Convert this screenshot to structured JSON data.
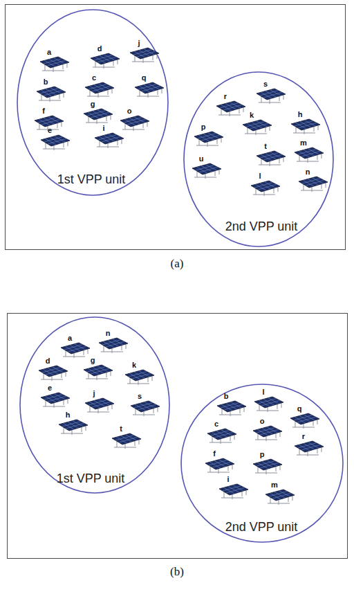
{
  "diagram": {
    "nodes": [
      {
        "text": [
          "(a)"
        ]
      },
      {
        "text": [
          "1st VPP unit"
        ],
        "in": 0
      },
      {
        "text": [
          "a"
        ],
        "in": 1
      },
      {
        "text": [
          "d"
        ],
        "in": 1
      },
      {
        "text": [
          "j"
        ],
        "in": 1
      },
      {
        "text": [
          "b"
        ],
        "in": 1
      },
      {
        "text": [
          "c"
        ],
        "in": 1
      },
      {
        "text": [
          "q"
        ],
        "in": 1
      },
      {
        "text": [
          "f"
        ],
        "in": 1
      },
      {
        "text": [
          "g"
        ],
        "in": 1
      },
      {
        "text": [
          "o"
        ],
        "in": 1
      },
      {
        "text": [
          "e"
        ],
        "in": 1
      },
      {
        "text": [
          "i"
        ],
        "in": 1
      },
      {
        "text": [
          "2nd VPP unit"
        ],
        "in": 0
      },
      {
        "text": [
          "s"
        ],
        "in": 13
      },
      {
        "text": [
          "r"
        ],
        "in": 13
      },
      {
        "text": [
          "h"
        ],
        "in": 13
      },
      {
        "text": [
          "k"
        ],
        "in": 13
      },
      {
        "text": [
          "p"
        ],
        "in": 13
      },
      {
        "text": [
          "m"
        ],
        "in": 13
      },
      {
        "text": [
          "t"
        ],
        "in": 13
      },
      {
        "text": [
          "u"
        ],
        "in": 13
      },
      {
        "text": [
          "n"
        ],
        "in": 13
      },
      {
        "text": [
          "l"
        ],
        "in": 13
      },
      {
        "text": [
          "(b)"
        ]
      },
      {
        "text": [
          "1st VPP unit"
        ],
        "in": 24
      },
      {
        "text": [
          "a"
        ],
        "in": 25
      },
      {
        "text": [
          "n"
        ],
        "in": 25
      },
      {
        "text": [
          "d"
        ],
        "in": 25
      },
      {
        "text": [
          "g"
        ],
        "in": 25
      },
      {
        "text": [
          "k"
        ],
        "in": 25
      },
      {
        "text": [
          "e"
        ],
        "in": 25
      },
      {
        "text": [
          "j"
        ],
        "in": 25
      },
      {
        "text": [
          "s"
        ],
        "in": 25
      },
      {
        "text": [
          "h"
        ],
        "in": 25
      },
      {
        "text": [
          "t"
        ],
        "in": 25
      },
      {
        "text": [
          "2nd VPP unit"
        ],
        "in": 24
      },
      {
        "text": [
          "b"
        ],
        "in": 36
      },
      {
        "text": [
          "l"
        ],
        "in": 36
      },
      {
        "text": [
          "q"
        ],
        "in": 36
      },
      {
        "text": [
          "c"
        ],
        "in": 36
      },
      {
        "text": [
          "o"
        ],
        "in": 36
      },
      {
        "text": [
          "r"
        ],
        "in": 36
      },
      {
        "text": [
          "f"
        ],
        "in": 36
      },
      {
        "text": [
          "p"
        ],
        "in": 36
      },
      {
        "text": [
          "i"
        ],
        "in": 36
      },
      {
        "text": [
          "m"
        ],
        "in": 36
      }
    ]
  }
}
